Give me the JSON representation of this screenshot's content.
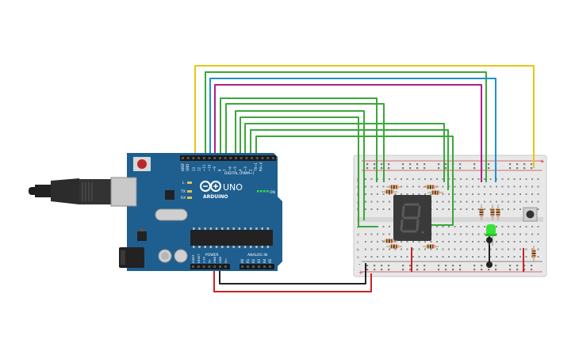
{
  "board": {
    "brand": "ARDUINO",
    "model": "UNO",
    "on_label": "ON",
    "tx_label": "TX",
    "rx_label": "RX",
    "l_label": "L",
    "digital_label": "DIGITAL (PWM~)",
    "power_label": "POWER",
    "analog_label": "ANALOG IN",
    "aref_label": "AREF",
    "gnd_label": "GND",
    "digital_pins": [
      "13",
      "12",
      "~11",
      "~10",
      "~9",
      "8",
      "7",
      "~6",
      "~5",
      "4",
      "~3",
      "2",
      "TX→1",
      "RX←0"
    ],
    "power_pins": [
      "IOREF",
      "RESET",
      "3.3V",
      "5V",
      "GND",
      "GND",
      "Vin"
    ],
    "analog_pins": [
      "A0",
      "A1",
      "A2",
      "A3",
      "A4",
      "A5"
    ]
  },
  "breadboard": {
    "row_letters_top": [
      "j",
      "i",
      "h",
      "g",
      "f"
    ],
    "row_letters_bottom": [
      "e",
      "d",
      "c",
      "b",
      "a"
    ],
    "rail_plus": "+",
    "rail_minus": "-"
  },
  "colors": {
    "board": "#1f5f8f",
    "breadboard": "#e6e6e6",
    "wire_yellow": "#e7c718",
    "wire_green": "#3aa83a",
    "wire_magenta": "#b0208a",
    "wire_blue": "#1f90cc",
    "wire_black": "#222222",
    "wire_red": "#cc2222",
    "led_green": "#39e23a"
  }
}
